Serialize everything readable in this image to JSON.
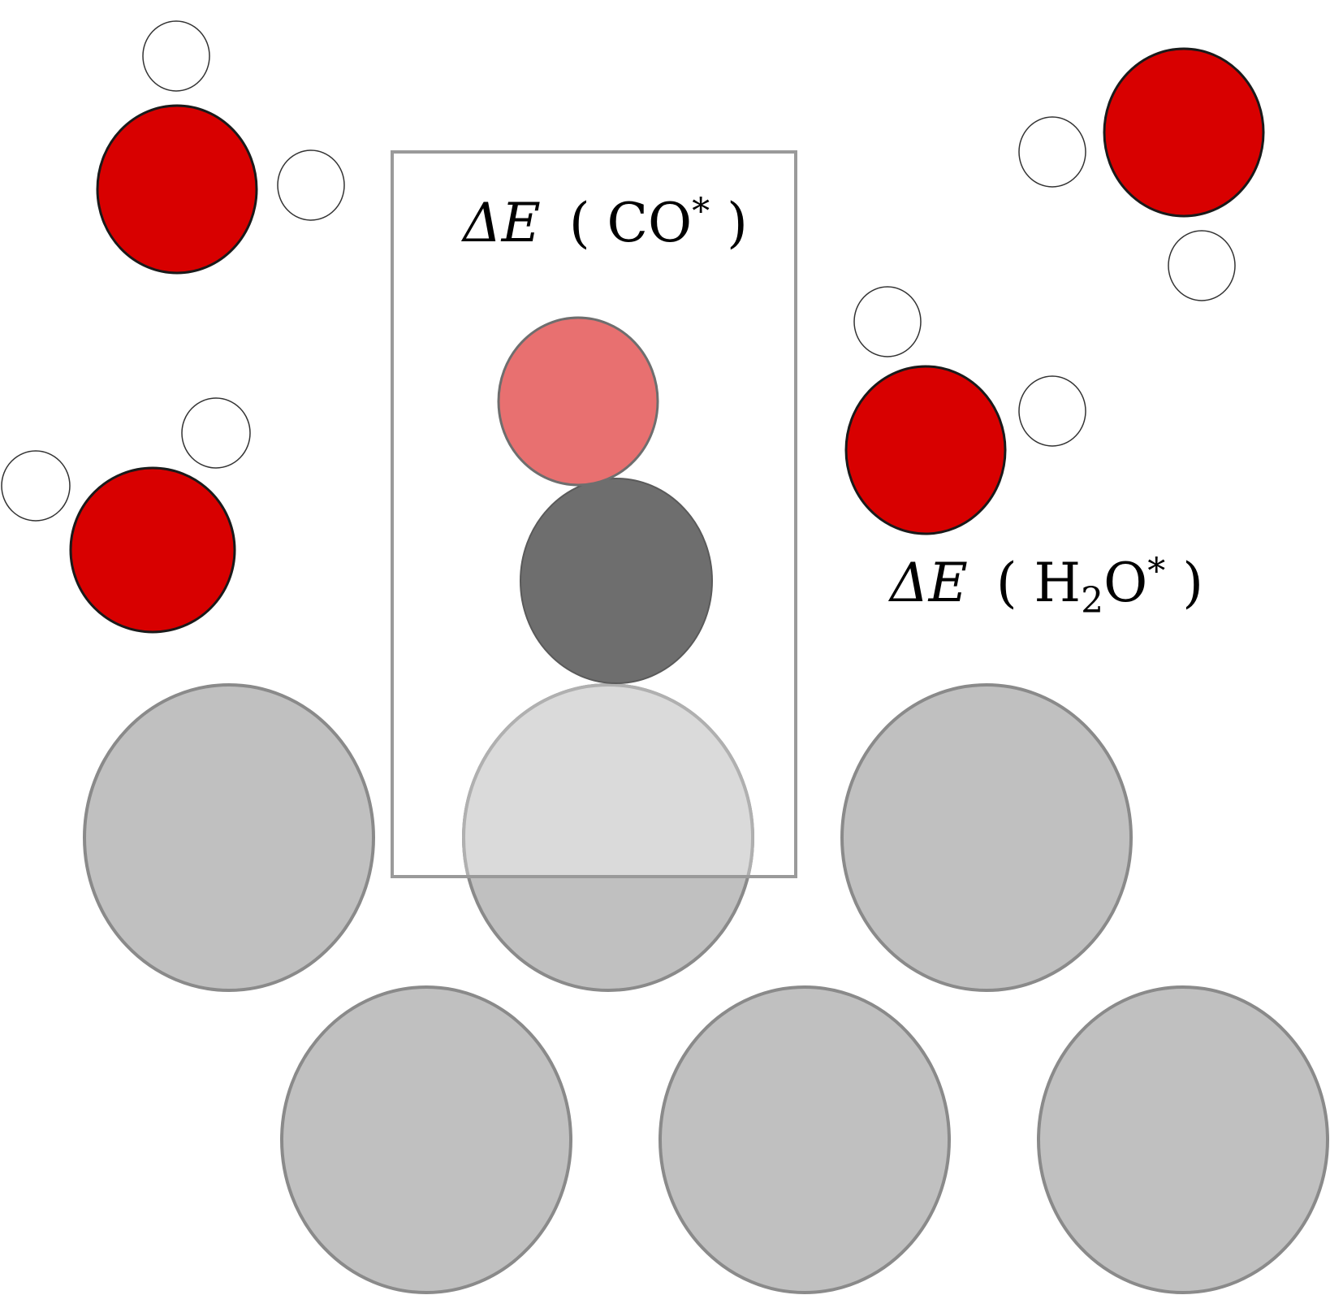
{
  "colors": {
    "oxygen": "#d80000",
    "hydrogen": "#ffffff",
    "carbon": "#6e6e6e",
    "co_oxygen": "#e87070",
    "surface_atom": "#c0c0c0",
    "surface_atom_highlight": "#dadada",
    "frame": "#9a9a9a"
  },
  "labels": {
    "co": {
      "prefix": "ΔE",
      "open": "( CO",
      "star": "*",
      "close": " )"
    },
    "h2o": {
      "prefix": "ΔE",
      "open": "( H",
      "sub": "2",
      "mid": "O",
      "star": "*",
      "close": " )"
    }
  },
  "diagram": {
    "adsorbate": "CO",
    "water_molecules": 4,
    "surface_atoms": 6
  }
}
